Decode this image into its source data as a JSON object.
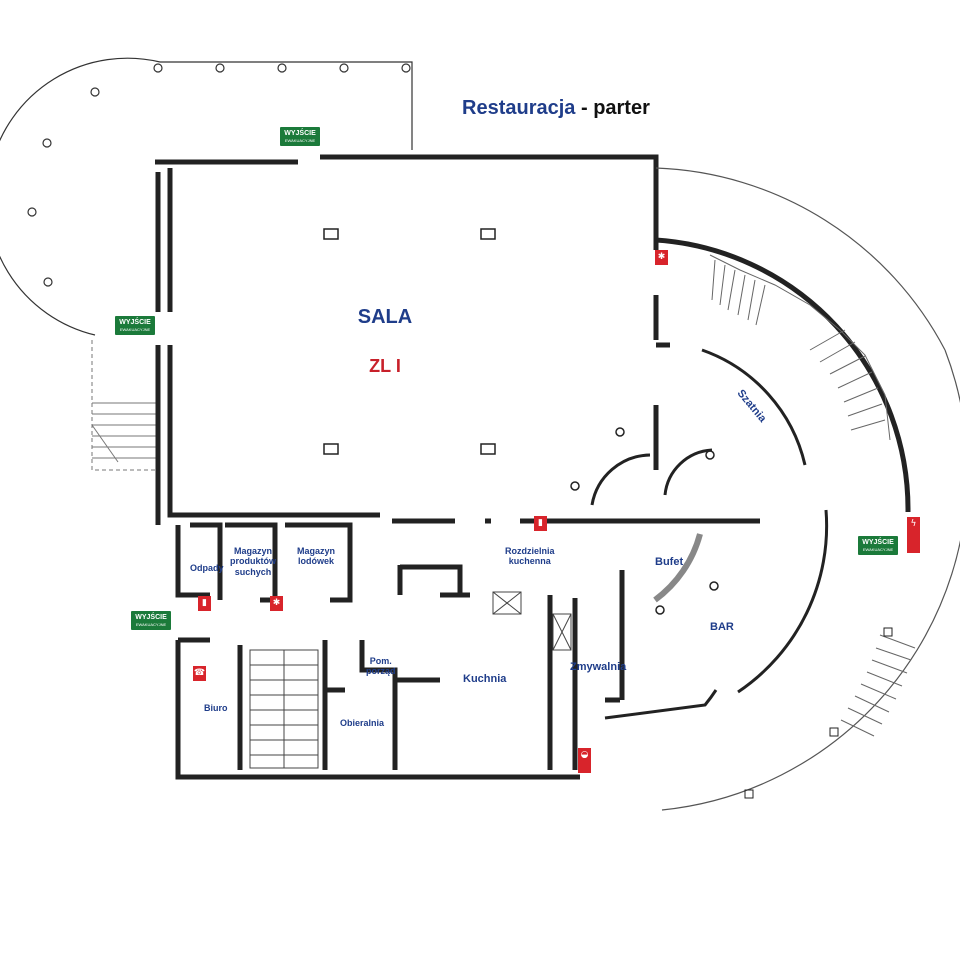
{
  "title": {
    "main": "Restauracja",
    "sep": " - ",
    "sub": "parter"
  },
  "rooms": {
    "sala": "SALA",
    "zone": "ZL I",
    "szatnia": "Szatnia",
    "bufet": "Bufet",
    "bar": "BAR",
    "rozdzielnia_1": "Rozdzielnia",
    "rozdzielnia_2": "kuchenna",
    "kuchnia": "Kuchnia",
    "zmywalnia": "Zmywalnia",
    "pom_1": "Pom.",
    "pom_2": "porząd",
    "obieralnia": "Obieralnia",
    "biuro": "Biuro",
    "odpady": "Odpady",
    "mag_suche_1": "Magazyn",
    "mag_suche_2": "produktów",
    "mag_suche_3": "suchych",
    "mag_lodowek_1": "Magazyn",
    "mag_lodowek_2": "lodówek"
  },
  "exit_sign": {
    "line1": "WYJŚCIE",
    "line2": "EWAKUACYJNE"
  },
  "icons": {
    "extinguisher": "extinguisher-icon",
    "alarm": "fire-alarm-icon",
    "phone": "phone-icon",
    "power": "power-switch-icon",
    "hydrant": "hydrant-icon"
  },
  "colors": {
    "wall": "#222222",
    "text": "#1f3d8a",
    "zone": "#c8202a",
    "exit": "#1b7a3a",
    "safety": "#d8242b"
  }
}
